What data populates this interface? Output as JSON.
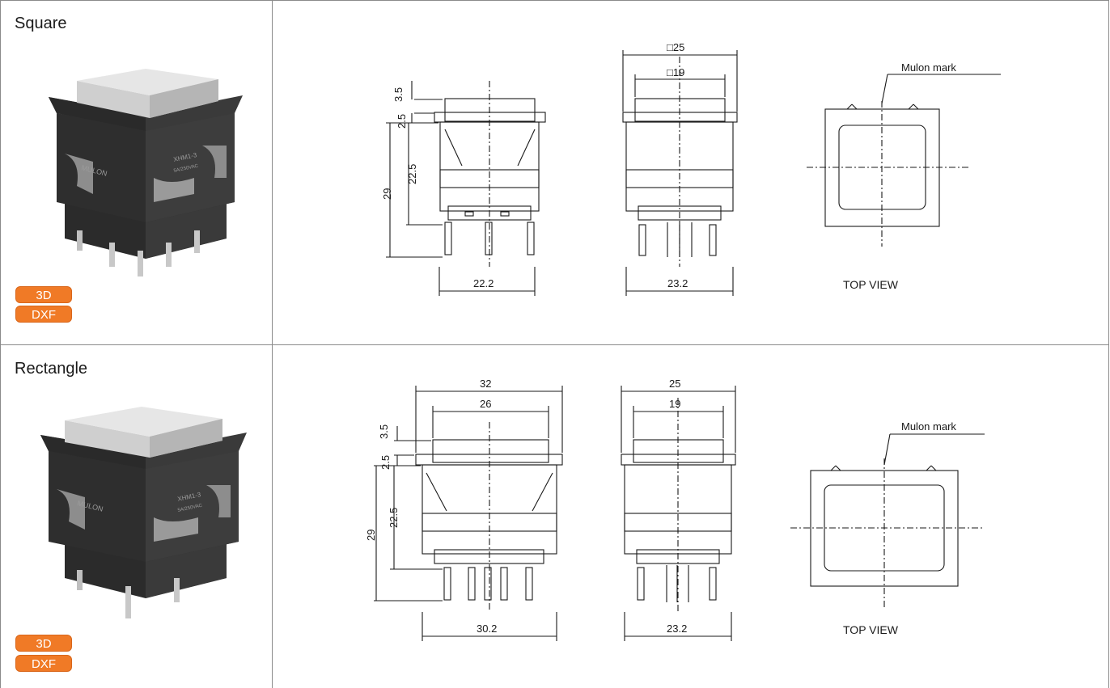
{
  "rows": [
    {
      "title": "Square",
      "buttons": [
        "3D",
        "DXF"
      ],
      "photo_marking": [
        "MULON",
        "XHM1-3",
        "5A/250VAC"
      ],
      "dims": {
        "top_outer": "□25",
        "top_inner": "□19",
        "h1": "3.5",
        "h2": "2.5",
        "h_body": "22.5",
        "h_total": "29",
        "w_front": "22.2",
        "w_side": "23.2"
      },
      "mark_label": "Mulon mark",
      "view_label": "TOP VIEW"
    },
    {
      "title": "Rectangle",
      "buttons": [
        "3D",
        "DXF"
      ],
      "photo_marking": [
        "MULON",
        "XHM1-3",
        "5A/250VAC"
      ],
      "dims": {
        "front_outer": "32",
        "front_inner": "26",
        "side_outer": "25",
        "side_inner": "19",
        "h1": "3.5",
        "h2": "2.5",
        "h_body": "22.5",
        "h_total": "29",
        "w_front": "30.2",
        "w_side": "23.2"
      },
      "mark_label": "Mulon mark",
      "view_label": "TOP VIEW"
    }
  ],
  "colors": {
    "button": "#f07a26",
    "border": "#8a8a8a",
    "line": "#1a1a1a"
  }
}
